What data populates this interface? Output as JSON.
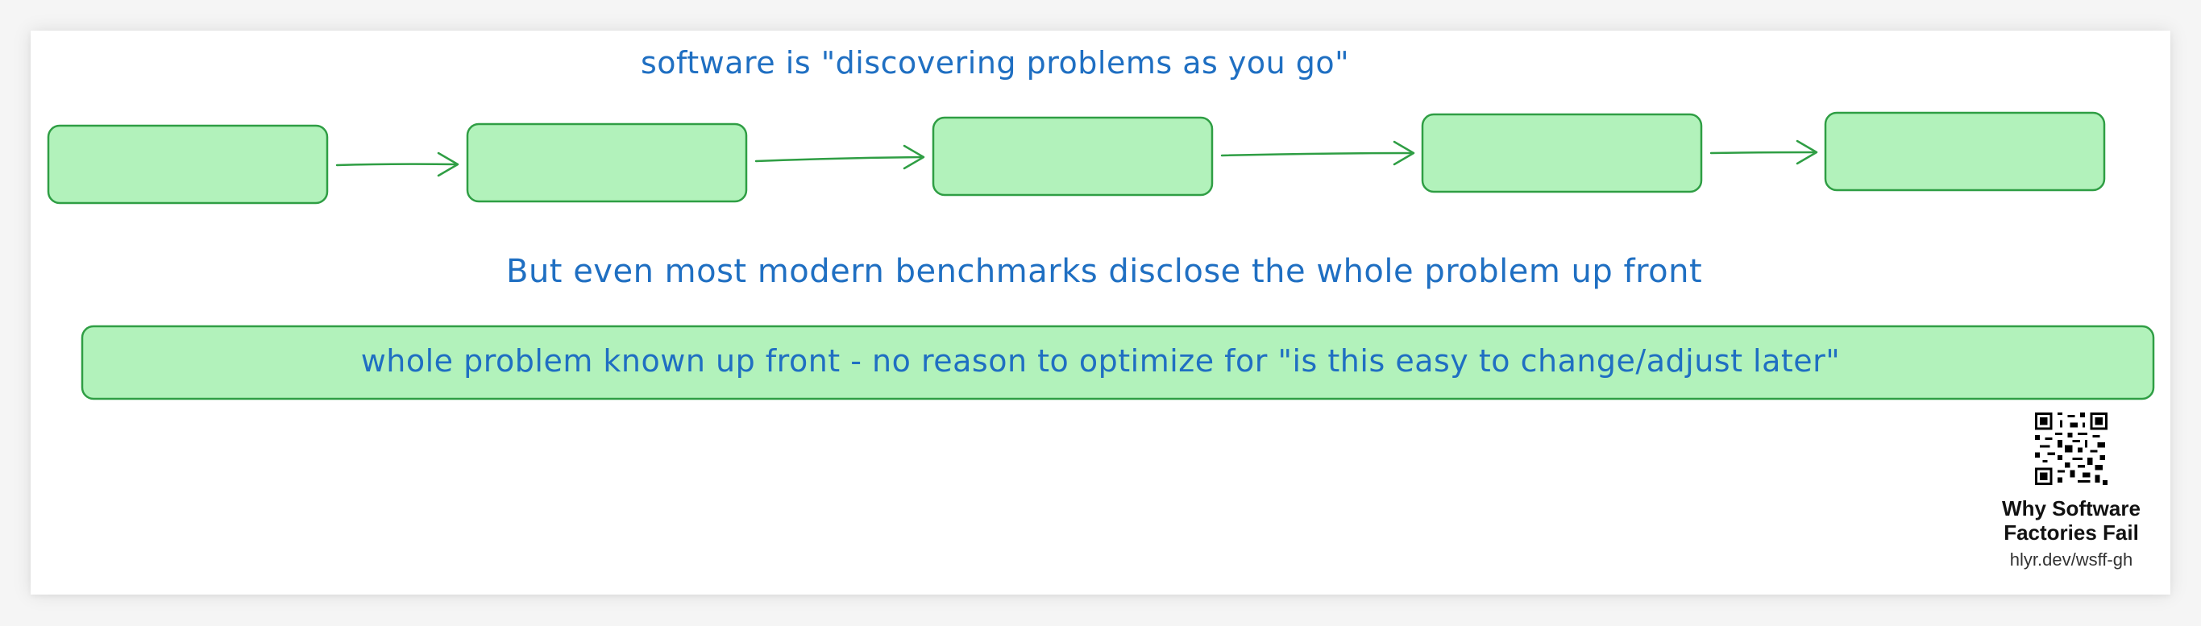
{
  "captions": {
    "top": "software is \"discovering problems as you go\"",
    "middle": "But even most modern benchmarks disclose the whole problem up front"
  },
  "wide_box": {
    "text": "whole problem known up front - no reason to optimize for \"is this easy to change/adjust later\""
  },
  "colors": {
    "box_fill": "#b2f2bb",
    "box_stroke": "#2f9e44",
    "text": "#1f6fc2",
    "background": "#ffffff"
  },
  "qr": {
    "title_line1": "Why Software",
    "title_line2": "Factories Fail",
    "url": "hlyr.dev/wsff-gh",
    "icon": "qr-code-icon"
  }
}
